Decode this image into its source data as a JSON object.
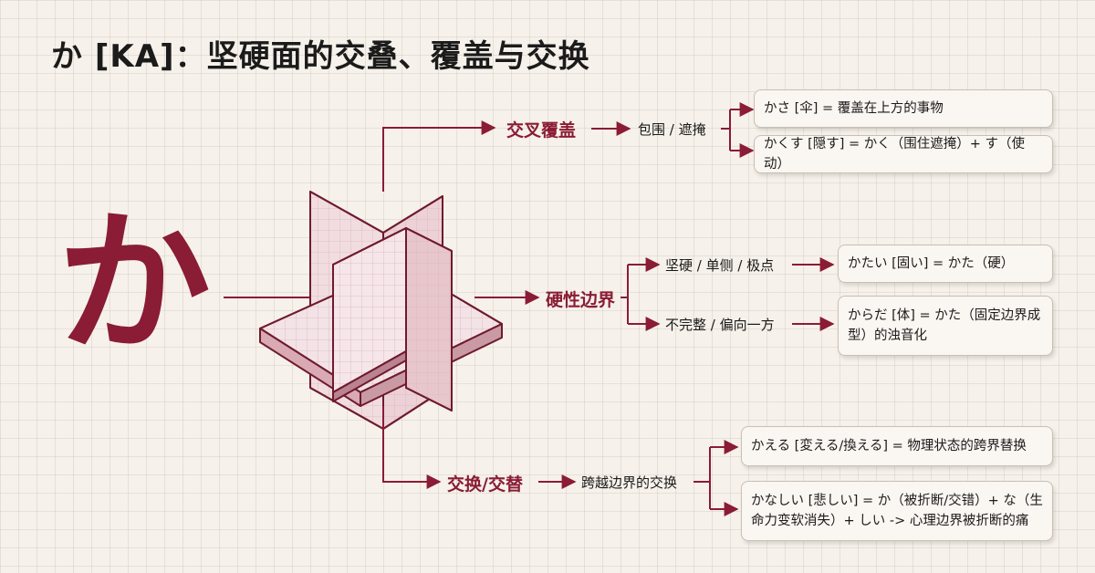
{
  "title": "か [KA]：坚硬面的交叠、覆盖与交换",
  "main_char": "か",
  "colors": {
    "accent": "#8a1c35",
    "box_border": "#c9bfb5",
    "background": "#f6f1ea"
  },
  "branches": [
    {
      "label": "交叉覆盖",
      "sub_nodes": [
        {
          "label": "包围 / 遮掩",
          "examples": [
            "かさ [伞] = 覆盖在上方的事物",
            "かくす [隠す] = かく（围住遮掩）+ す（使动）"
          ]
        }
      ]
    },
    {
      "label": "硬性边界",
      "sub_nodes": [
        {
          "label": "坚硬 / 单侧 / 极点",
          "examples": [
            "かたい [固い] = かた（硬）"
          ]
        },
        {
          "label": "不完整 / 偏向一方",
          "examples": [
            "からだ [体] = かた（固定边界成型）的浊音化"
          ]
        }
      ]
    },
    {
      "label": "交换/交替",
      "sub_nodes": [
        {
          "label": "跨越边界的交换",
          "examples": [
            "かえる [変える/換える] = 物理状态的跨界替换",
            "かなしい [悲しい] = か（被折断/交错）+ な（生命力变软消失）+ しい -> 心理边界被折断的痛"
          ]
        }
      ]
    }
  ]
}
